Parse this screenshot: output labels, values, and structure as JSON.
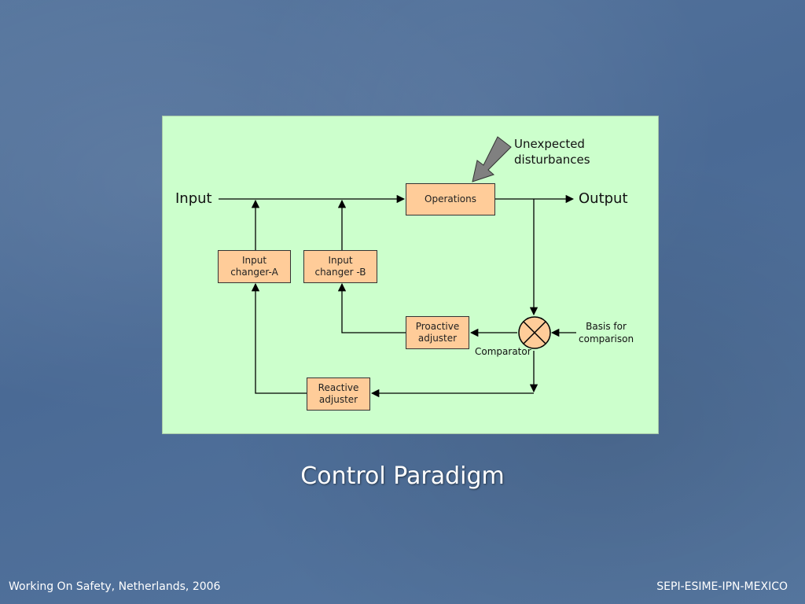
{
  "diagram": {
    "input_label": "Input",
    "output_label": "Output",
    "disturbance_label": "Unexpected\ndisturbances",
    "operations_label": "Operations",
    "input_changer_a_label": "Input\nchanger-A",
    "input_changer_b_label": "Input\nchanger -B",
    "proactive_adjuster_label": "Proactive\nadjuster",
    "reactive_adjuster_label": "Reactive\nadjuster",
    "comparator_label": "Comparator",
    "basis_label": "Basis for\ncomparison",
    "colors": {
      "panel": "#ccffcc",
      "box": "#ffcc99",
      "arrow": "#808080"
    }
  },
  "slide": {
    "title": "Control Paradigm",
    "footer_left": "Working On Safety, Netherlands, 2006",
    "footer_right": "SEPI-ESIME-IPN-MEXICO"
  }
}
